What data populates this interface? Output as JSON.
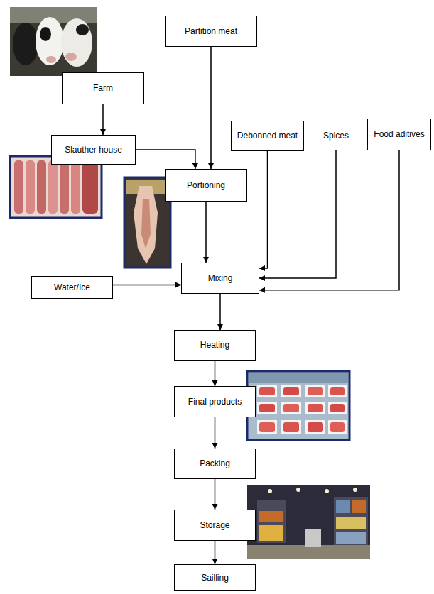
{
  "diagram": {
    "nodes": [
      {
        "text": [
          "Partition meat"
        ]
      },
      {
        "text": [
          "Farm"
        ]
      },
      {
        "text": [
          "Debonned meat"
        ]
      },
      {
        "text": [
          "Spices"
        ]
      },
      {
        "text": [
          "Food aditives"
        ]
      },
      {
        "text": [
          "Slauther house"
        ]
      },
      {
        "text": [
          "Portioning"
        ]
      },
      {
        "text": [
          "Water/Ice"
        ]
      },
      {
        "text": [
          "Mixing"
        ]
      },
      {
        "text": [
          "Heating"
        ]
      },
      {
        "text": [
          "Final products"
        ]
      },
      {
        "text": [
          "Packing"
        ]
      },
      {
        "text": [
          "Storage"
        ]
      },
      {
        "text": [
          "Sailling"
        ]
      }
    ],
    "edges": [
      {
        "from": 1,
        "to": 5,
        "arrow": "to"
      },
      {
        "from": 5,
        "to": 6,
        "arrow": "to"
      },
      {
        "from": 0,
        "to": 6,
        "arrow": "to"
      },
      {
        "from": 6,
        "to": 8,
        "arrow": "to"
      },
      {
        "from": 2,
        "to": 8,
        "arrow": "to"
      },
      {
        "from": 3,
        "to": 8,
        "arrow": "to"
      },
      {
        "from": 4,
        "to": 8,
        "arrow": "to"
      },
      {
        "from": 7,
        "to": 8,
        "arrow": "to"
      },
      {
        "from": 8,
        "to": 9,
        "arrow": "to"
      },
      {
        "from": 9,
        "to": 10,
        "arrow": "to"
      },
      {
        "from": 10,
        "to": 11,
        "arrow": "to"
      },
      {
        "from": 11,
        "to": 12,
        "arrow": "to"
      },
      {
        "from": 12,
        "to": 13,
        "arrow": "to"
      }
    ]
  }
}
